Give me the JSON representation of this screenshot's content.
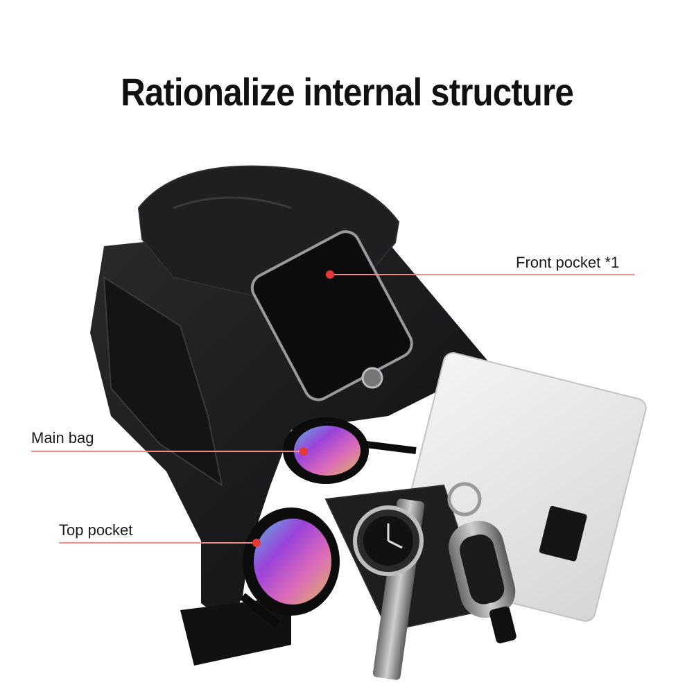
{
  "title": "Rationalize internal structure",
  "callouts": {
    "front_pocket": "Front pocket *1",
    "main_bag": "Main bag",
    "top_pocket": "Top pocket"
  },
  "colors": {
    "leader_line": "#f08a8a",
    "leader_dot": "#e53935",
    "bag": "#1b1b1d",
    "background": "#ffffff"
  }
}
